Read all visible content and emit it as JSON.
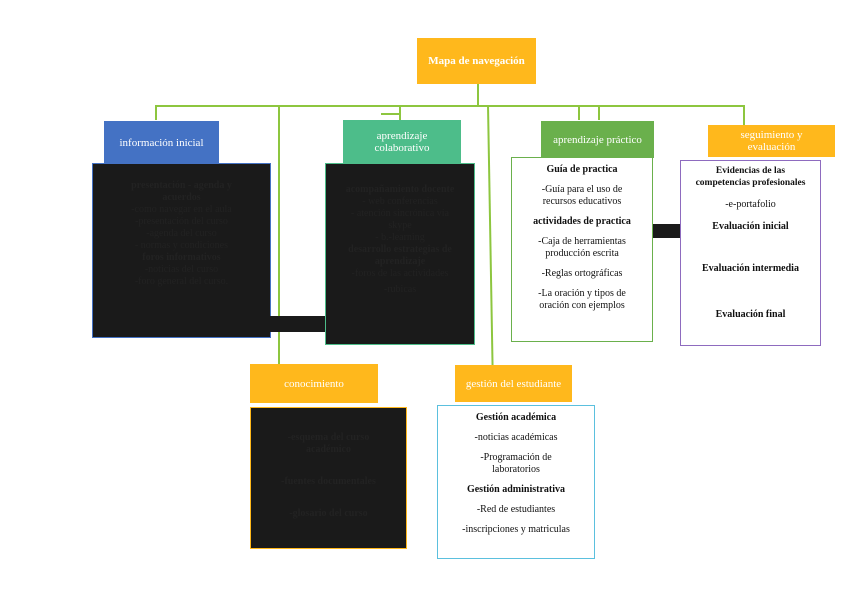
{
  "colors": {
    "connector": "#8dc63f",
    "orange": "#ffb81c",
    "blue": "#4472c4",
    "teal": "#4dbd8a",
    "green": "#6ab04c",
    "dark": "#1a1a1a"
  },
  "root": {
    "label": "Mapa de navegación"
  },
  "info_inicial": {
    "label": "información inicial",
    "items": [
      {
        "text": "presentación - agenda y acuerdos",
        "bold": true
      },
      {
        "text": "-como navegar en el aula",
        "bold": false
      },
      {
        "text": "-presentación del curso",
        "bold": false
      },
      {
        "text": "-agenda del curso",
        "bold": false
      },
      {
        "text": "- normas y condiciones",
        "bold": false
      },
      {
        "text": "foros informativos",
        "bold": true
      },
      {
        "text": "-noticias del curso",
        "bold": false
      },
      {
        "text": "-foro general del curso.",
        "bold": false
      }
    ]
  },
  "aprendizaje_colaborativo": {
    "label": "aprendizaje colaborativo",
    "items": [
      {
        "text": "acompañamiento docente",
        "bold": true
      },
      {
        "text": "- web conferencias",
        "bold": false
      },
      {
        "text": "- atención sincrónica vía skype",
        "bold": false
      },
      {
        "text": "- b.-learning",
        "bold": false
      },
      {
        "text": "desarrollo estrategias de aprendizaje",
        "bold": true
      },
      {
        "text": "-foros de las actividades",
        "bold": false
      },
      {
        "text": "-rubicas",
        "bold": false
      }
    ]
  },
  "aprendizaje_practico": {
    "label": "aprendizaje práctico",
    "items": [
      {
        "text": "Guía de practica",
        "bold": true
      },
      {
        "text": "-Guía para el uso de recursos educativos",
        "bold": false
      },
      {
        "text": "actividades de practica",
        "bold": true
      },
      {
        "text": "-Caja de herramientas producción escrita",
        "bold": false
      },
      {
        "text": "-Reglas ortográficas",
        "bold": false
      },
      {
        "text": "-La oración y tipos de oración con ejemplos",
        "bold": false
      }
    ]
  },
  "seguimiento": {
    "label": "seguimiento y evaluación",
    "items": [
      {
        "text": "Evidencias de las competencias profesionales",
        "bold": true
      },
      {
        "text": "-e-portafolio",
        "bold": false
      },
      {
        "text": "Evaluación inicial",
        "bold": true
      },
      {
        "text": "Evaluación intermedia",
        "bold": true
      },
      {
        "text": "Evaluación final",
        "bold": true
      }
    ]
  },
  "conocimiento": {
    "label": "conocimiento",
    "items": [
      {
        "text": "-esquema del curso académico",
        "bold": true
      },
      {
        "text": "-fuentes documentales",
        "bold": true
      },
      {
        "text": "-glosario del curso",
        "bold": true
      }
    ]
  },
  "gestion": {
    "label": "gestión del estudiante",
    "items": [
      {
        "text": "Gestión académica",
        "bold": true
      },
      {
        "text": "-noticias académicas",
        "bold": false
      },
      {
        "text": "-Programación de laboratorios",
        "bold": false
      },
      {
        "text": "Gestión administrativa",
        "bold": true
      },
      {
        "text": "-Red de estudiantes",
        "bold": false
      },
      {
        "text": "-inscripciones y matriculas",
        "bold": false
      }
    ]
  }
}
